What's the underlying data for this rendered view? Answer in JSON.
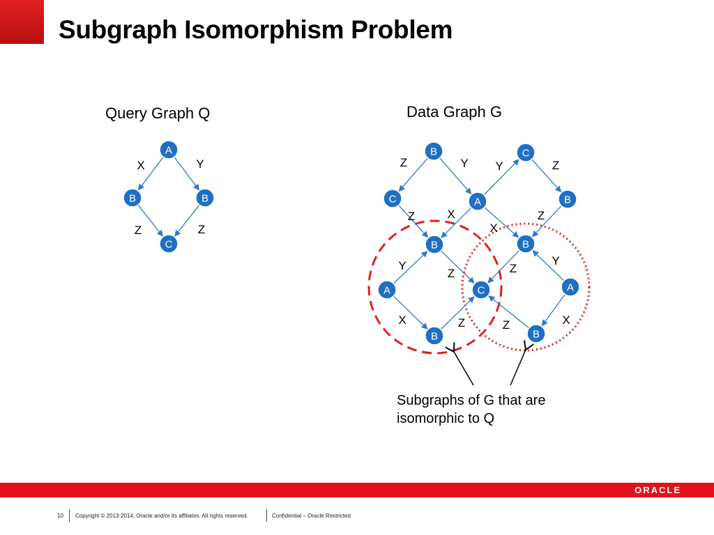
{
  "slide": {
    "title": "Subgraph Isomorphism Problem",
    "query_label": "Query Graph Q",
    "data_label": "Data Graph G",
    "note_line1": "Subgraphs of G that are",
    "note_line2": "isomorphic to Q",
    "logo": "ORACLE",
    "page_number": "10",
    "copyright": "Copyright © 2013-2014, Oracle and/or its affiliates. All rights reserved.",
    "confidential": "Confidential – Oracle Restricted"
  },
  "colors": {
    "node_fill": "#1f6fc3",
    "node_text": "#ffffff",
    "edge": "#2e7bc8",
    "dashed_circle": "#e02020",
    "dotted_circle": "#e02020",
    "brand_red": "#e3111b"
  },
  "query_graph": {
    "nodes": [
      {
        "id": "qA",
        "label": "A"
      },
      {
        "id": "qB1",
        "label": "B"
      },
      {
        "id": "qB2",
        "label": "B"
      },
      {
        "id": "qC",
        "label": "C"
      }
    ],
    "edges": [
      {
        "from": "qA",
        "to": "qB1",
        "label": "X"
      },
      {
        "from": "qA",
        "to": "qB2",
        "label": "Y"
      },
      {
        "from": "qB1",
        "to": "qC",
        "label": "Z"
      },
      {
        "from": "qB2",
        "to": "qC",
        "label": "Z"
      }
    ]
  },
  "data_graph": {
    "nodes": [
      {
        "id": "gB1",
        "label": "B"
      },
      {
        "id": "gC1",
        "label": "C"
      },
      {
        "id": "gC0",
        "label": "C"
      },
      {
        "id": "gA1",
        "label": "A"
      },
      {
        "id": "gB0",
        "label": "B"
      },
      {
        "id": "gB2",
        "label": "B"
      },
      {
        "id": "gB3",
        "label": "B"
      },
      {
        "id": "gA2",
        "label": "A"
      },
      {
        "id": "gC2",
        "label": "C"
      },
      {
        "id": "gA3",
        "label": "A"
      },
      {
        "id": "gB4",
        "label": "B"
      },
      {
        "id": "gB5",
        "label": "B"
      }
    ],
    "edges": [
      {
        "from": "gB1",
        "to": "gC1",
        "label": "Z"
      },
      {
        "from": "gB1",
        "to": "gA1",
        "label": "Y"
      },
      {
        "from": "gA1",
        "to": "gC0",
        "label": "Y"
      },
      {
        "from": "gC0",
        "to": "gB0",
        "label": "Z"
      },
      {
        "from": "gC1",
        "to": "gB2",
        "label": "Z"
      },
      {
        "from": "gA1",
        "to": "gB2",
        "label": "X"
      },
      {
        "from": "gA1",
        "to": "gB3",
        "label": "X"
      },
      {
        "from": "gB0",
        "to": "gB3",
        "label": "Z"
      },
      {
        "from": "gA2",
        "to": "gB2",
        "label": "Y"
      },
      {
        "from": "gA2",
        "to": "gB4",
        "label": "X"
      },
      {
        "from": "gB2",
        "to": "gC2",
        "label": "Z"
      },
      {
        "from": "gB4",
        "to": "gC2",
        "label": "Z"
      },
      {
        "from": "gB3",
        "to": "gC2",
        "label": "Z"
      },
      {
        "from": "gA3",
        "to": "gB3",
        "label": "Y"
      },
      {
        "from": "gB5",
        "to": "gC2",
        "label": "Z"
      },
      {
        "from": "gA3",
        "to": "gB5",
        "label": "X"
      }
    ]
  }
}
